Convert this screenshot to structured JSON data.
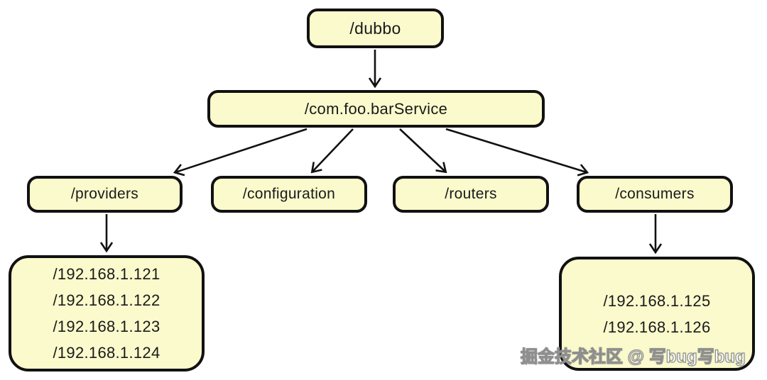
{
  "diagram": {
    "type": "tree",
    "background": "#ffffff",
    "node_fill": "#FAFACD",
    "node_border": "#111111",
    "text_color": "#1a1a1a",
    "nodes": {
      "root": {
        "label": "/dubbo"
      },
      "service": {
        "label": "/com.foo.barService"
      },
      "providers": {
        "label": "/providers"
      },
      "configuration": {
        "label": "/configuration"
      },
      "routers": {
        "label": "/routers"
      },
      "consumers": {
        "label": "/consumers"
      },
      "provider_ips": {
        "lines": [
          "/192.168.1.121",
          "/192.168.1.122",
          "/192.168.1.123",
          "/192.168.1.124"
        ]
      },
      "consumer_ips": {
        "lines": [
          "/192.168.1.125",
          "/192.168.1.126"
        ]
      }
    },
    "edges": [
      {
        "from": "root",
        "to": "service"
      },
      {
        "from": "service",
        "to": "providers"
      },
      {
        "from": "service",
        "to": "configuration"
      },
      {
        "from": "service",
        "to": "routers"
      },
      {
        "from": "service",
        "to": "consumers"
      },
      {
        "from": "providers",
        "to": "provider_ips"
      },
      {
        "from": "consumers",
        "to": "consumer_ips"
      }
    ],
    "watermark": "掘金技术社区 @ 写bug写bug"
  }
}
